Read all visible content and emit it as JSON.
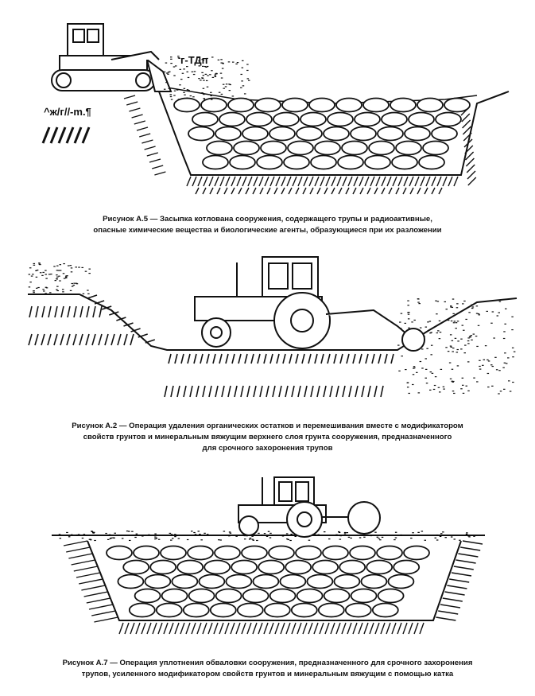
{
  "figures": [
    {
      "id": "A.5",
      "labels": [
        "г-ТДп",
        "^ж/г//-m.¶"
      ],
      "caption_lines": [
        "Рисунок А.5 — Засыпка котлована сооружения, содержащего трупы и радиоактивные,",
        "опасные химические вещества и биологические агенты, образующиеся при их разложении"
      ]
    },
    {
      "id": "A.2",
      "caption_lines": [
        "Рисунок А.2 — Операция удаления органических остатков и перемешивания вместе с модификатором",
        "свойств грунтов и минеральным вяжущим верхнего слоя грунта сооружения, предназначенного",
        "для срочного захоронения трупов"
      ]
    },
    {
      "id": "A.7",
      "caption_lines": [
        "Рисунок А.7 — Операция уплотнения обваловки сооружения, предназначенного для срочного захоронения",
        "трупов, усиленного модификатором свойств грунтов и минеральным вяжущим с помощью катка"
      ]
    }
  ]
}
